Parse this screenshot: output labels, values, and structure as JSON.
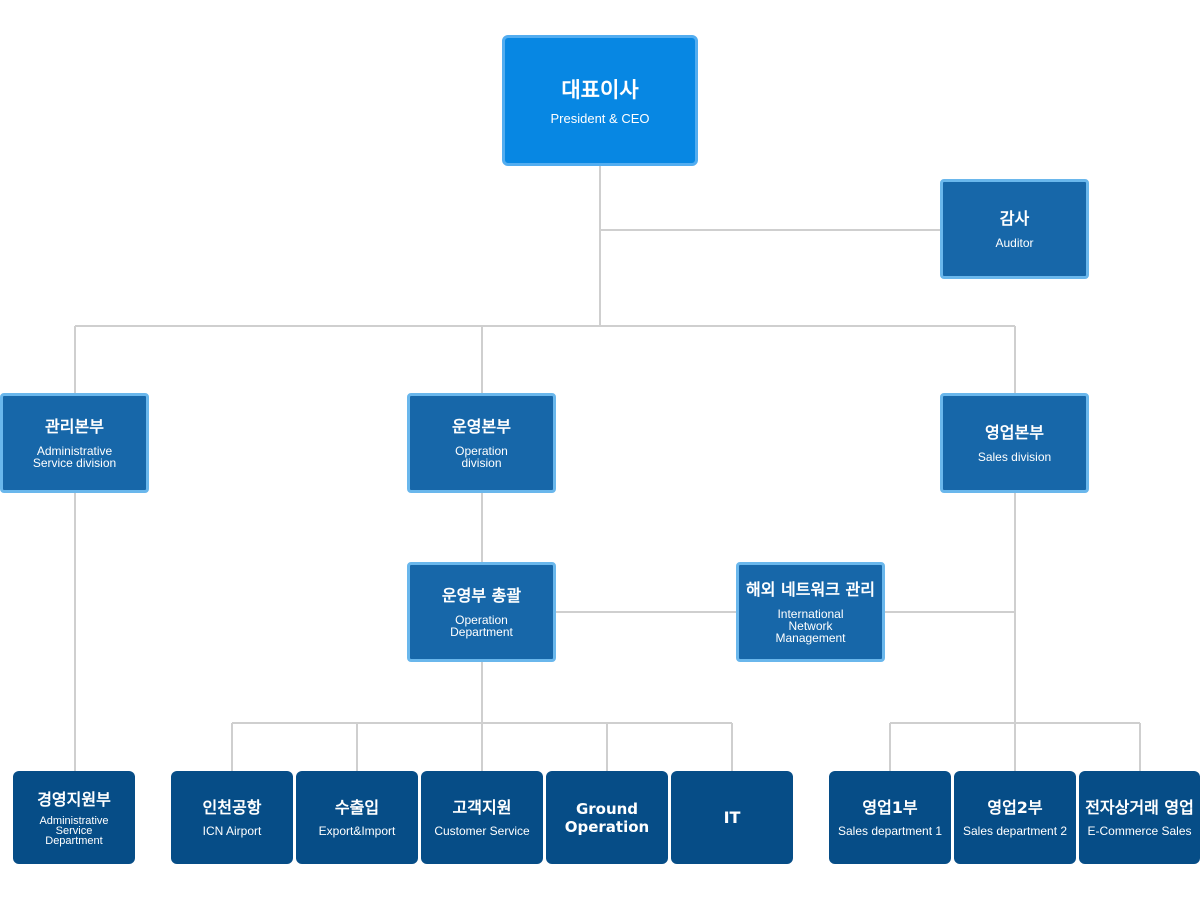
{
  "org": {
    "ceo": {
      "ko": "대표이사",
      "en": "President & CEO"
    },
    "auditor": {
      "ko": "감사",
      "en": "Auditor"
    },
    "admin_div": {
      "ko": "관리본부",
      "en": "Administrative\nService division"
    },
    "operation_div": {
      "ko": "운영본부",
      "en": "Operation\ndivision"
    },
    "sales_div": {
      "ko": "영업본부",
      "en": "Sales division"
    },
    "operation_dept": {
      "ko": "운영부 총괄",
      "en": "Operation\nDepartment"
    },
    "intl_network": {
      "ko": "해외 네트워크 관리",
      "en": "International\nNetwork\nManagement"
    },
    "admin_support": {
      "ko": "경영지원부",
      "en": "Administrative\nService\nDepartment"
    },
    "icn_airport": {
      "ko": "인천공항",
      "en": "ICN Airport"
    },
    "export_import": {
      "ko": "수출입",
      "en": "Export&Import"
    },
    "customer_service": {
      "ko": "고객지원",
      "en": "Customer Service"
    },
    "ground_operation": {
      "ko": "Ground\nOperation"
    },
    "it": {
      "ko": "IT"
    },
    "sales_1": {
      "ko": "영업1부",
      "en": "Sales department 1"
    },
    "sales_2": {
      "ko": "영업2부",
      "en": "Sales department 2"
    },
    "ecommerce": {
      "ko": "전자상거래 영업",
      "en": "E-Commerce Sales"
    }
  }
}
